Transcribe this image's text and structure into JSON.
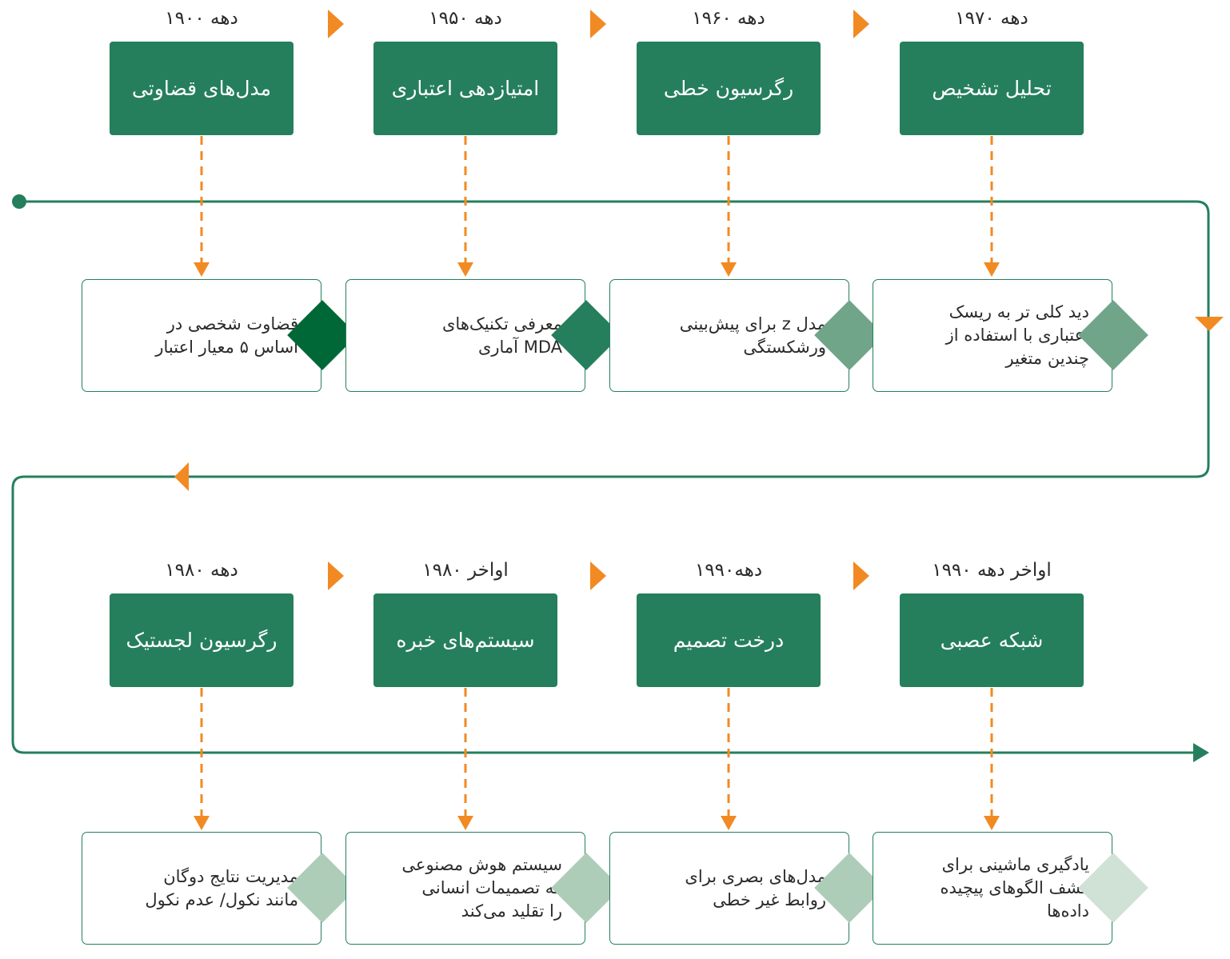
{
  "colors": {
    "title_box": "#257f5c",
    "line": "#257f5c",
    "arrow_orange": "#f18a22",
    "diamond_shades": [
      "#006837",
      "#257f5c",
      "#70a58a",
      "#70a58a",
      "#aecdb9",
      "#aecdb9",
      "#aecdb9",
      "#cfe2d5"
    ]
  },
  "rows": [
    {
      "items": [
        {
          "era": "دهه ۱۹۰۰",
          "title": "مدل‌های قضاوتی",
          "desc": [
            "قضاوت شخصی در",
            "اساس ۵ معیار اعتبار"
          ]
        },
        {
          "era": "دهه ۱۹۵۰",
          "title": "امتیازدهی اعتباری",
          "desc": [
            "معرفی تکنیک‌های",
            "MDA آماری"
          ]
        },
        {
          "era": "دهه ۱۹۶۰",
          "title": "رگرسیون خطی",
          "desc": [
            "مدل z برای پیش‌بینی",
            "ورشکستگی"
          ]
        },
        {
          "era": "دهه ۱۹۷۰",
          "title": "تحلیل تشخیص",
          "desc": [
            "دید کلی تر به ریسک",
            "اعتباری با استفاده از",
            "چندین متغیر"
          ]
        }
      ]
    },
    {
      "items": [
        {
          "era": "دهه ۱۹۸۰",
          "title": "رگرسیون لجستیک",
          "desc": [
            "مدیریت نتایج دوگان",
            "مانند نکول/ عدم نکول"
          ]
        },
        {
          "era": "اواخر ۱۹۸۰",
          "title": "سیستم‌های خبره",
          "desc": [
            "سیستم هوش مصنوعی",
            "که تصمیمات انسانی",
            "را تقلید می‌کند"
          ]
        },
        {
          "era": "دهه۱۹۹۰",
          "title": "درخت تصمیم",
          "desc": [
            "مدل‌های بصری برای",
            "روابط غیر خطی"
          ]
        },
        {
          "era": "اواخر دهه ۱۹۹۰",
          "title": "شبکه عصبی",
          "desc": [
            "یادگیری ماشینی برای",
            "کشف الگوهای پیچیده",
            "داده‌ها"
          ]
        }
      ]
    }
  ]
}
